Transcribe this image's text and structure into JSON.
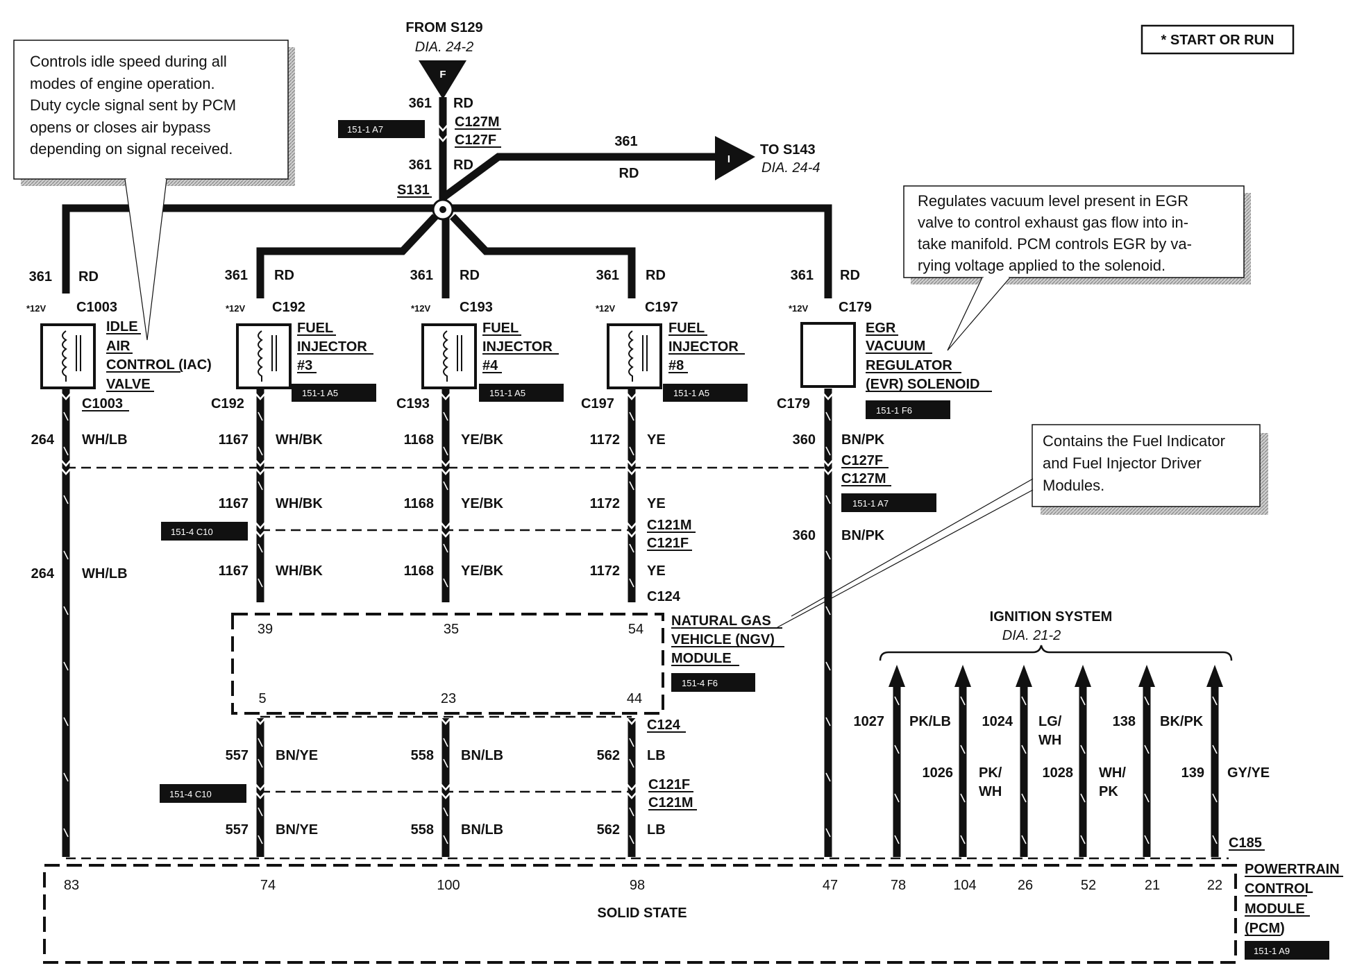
{
  "legend_box": "* START OR RUN",
  "from_source": {
    "title": "FROM S129",
    "dia": "DIA. 24-2",
    "connector_letter": "F"
  },
  "to_dest": {
    "title": "TO S143",
    "dia": "DIA. 24-4",
    "connector_letter": "I"
  },
  "main_feed": {
    "circuit": "361",
    "color": "RD",
    "c_upper": "C127M",
    "c_lower": "C127F",
    "ref": "151-1 A7",
    "splice": "S131"
  },
  "callouts": {
    "iac": [
      "Controls idle speed during all",
      "modes of engine operation.",
      "Duty cycle signal sent by PCM",
      "opens or closes air bypass",
      "depending on signal received."
    ],
    "egr": [
      "Regulates vacuum level present in EGR",
      "valve to control exhaust gas flow into in-",
      "take manifold. PCM controls EGR by va-",
      "rying voltage applied to the solenoid."
    ],
    "ngv": [
      "Contains the Fuel Indicator",
      "and Fuel Injector Driver",
      "Modules."
    ]
  },
  "voltage_mark": "*12V",
  "branches": [
    {
      "circuit": "361",
      "color": "RD",
      "connector": "C1003",
      "lower_connector": "C1003",
      "name_lines": [
        "IDLE",
        "AIR",
        "CONTROL (IAC)",
        "VALVE"
      ],
      "ref": "",
      "out_circuit": "264",
      "out_color": "WH/LB",
      "pcm_pin": "83"
    },
    {
      "circuit": "361",
      "color": "RD",
      "connector": "C192",
      "lower_connector": "C192",
      "name_lines": [
        "FUEL",
        "INJECTOR",
        "#3"
      ],
      "ref": "151-1 A5",
      "out_circuit": "1167",
      "out_color": "WH/BK",
      "ngv_in_pin": "39",
      "ngv_out_pin": "5",
      "ngv_out_circuit": "557",
      "ngv_out_color": "BN/YE",
      "pcm_pin": "74"
    },
    {
      "circuit": "361",
      "color": "RD",
      "connector": "C193",
      "lower_connector": "C193",
      "name_lines": [
        "FUEL",
        "INJECTOR",
        "#4"
      ],
      "ref": "151-1 A5",
      "out_circuit": "1168",
      "out_color": "YE/BK",
      "ngv_in_pin": "35",
      "ngv_out_pin": "23",
      "ngv_out_circuit": "558",
      "ngv_out_color": "BN/LB",
      "pcm_pin": "100"
    },
    {
      "circuit": "361",
      "color": "RD",
      "connector": "C197",
      "lower_connector": "C197",
      "name_lines": [
        "FUEL",
        "INJECTOR",
        "#8"
      ],
      "ref": "151-1 A5",
      "out_circuit": "1172",
      "out_color": "YE",
      "ngv_in_pin": "54",
      "ngv_out_pin": "44",
      "ngv_out_circuit": "562",
      "ngv_out_color": "LB",
      "pcm_pin": "98"
    },
    {
      "circuit": "361",
      "color": "RD",
      "connector": "C179",
      "lower_connector": "C179",
      "name_lines": [
        "EGR",
        "VACUUM",
        "REGULATOR",
        "(EVR) SOLENOID"
      ],
      "ref": "151-1 F6",
      "out_circuit": "360",
      "out_color": "BN/PK",
      "pcm_pin": "47"
    }
  ],
  "inline_conn_1": {
    "upper": "C127F",
    "lower": "C127M",
    "ref": "151-1 A7"
  },
  "inline_conn_2": {
    "upper": "C121M",
    "lower": "C121F",
    "ref": "151-4 C10"
  },
  "c124": "C124",
  "inline_conn_3": {
    "upper": "C121F",
    "lower": "C121M",
    "ref": "151-4 C10"
  },
  "ngv_module": {
    "name_lines": [
      "NATURAL GAS",
      "VEHICLE (NGV)",
      "MODULE"
    ],
    "ref": "151-4 F6"
  },
  "ignition": {
    "title": "IGNITION SYSTEM",
    "dia": "DIA. 21-2",
    "wires": [
      {
        "circuit": "1027",
        "color_lines": [
          "PK/LB"
        ],
        "pcm_pin": "78"
      },
      {
        "circuit": "1026",
        "color_lines": [
          "PK/",
          "WH"
        ],
        "pcm_pin": "104"
      },
      {
        "circuit": "1024",
        "color_lines": [
          "LG/",
          "WH"
        ],
        "pcm_pin": "26"
      },
      {
        "circuit": "1028",
        "color_lines": [
          "WH/",
          "PK"
        ],
        "pcm_pin": "52"
      },
      {
        "circuit": "138",
        "color_lines": [
          "BK/PK"
        ],
        "pcm_pin": "21"
      },
      {
        "circuit": "139",
        "color_lines": [
          "GY/YE"
        ],
        "pcm_pin": "22"
      }
    ]
  },
  "pcm": {
    "connector": "C185",
    "name_lines": [
      "POWERTRAIN",
      "CONTROL",
      "MODULE",
      "(PCM)"
    ],
    "ref": "151-1 A9",
    "body_text": "SOLID STATE"
  }
}
